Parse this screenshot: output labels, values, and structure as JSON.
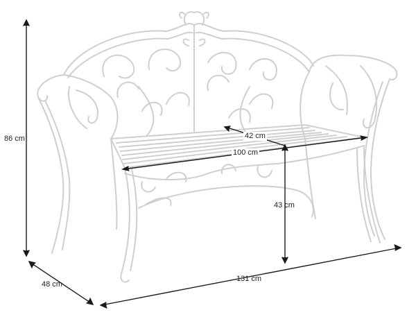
{
  "dimensions": {
    "height": "86 cm",
    "depth": "48 cm",
    "width": "131 cm",
    "seat_height": "43 cm",
    "seat_depth": "42 cm",
    "seat_width": "100 cm"
  },
  "colors": {
    "frame_stroke": "#cfcfcf",
    "frame_shadow": "#e6e6e6",
    "dimension_line": "#1a1a1a",
    "background": "#ffffff"
  }
}
